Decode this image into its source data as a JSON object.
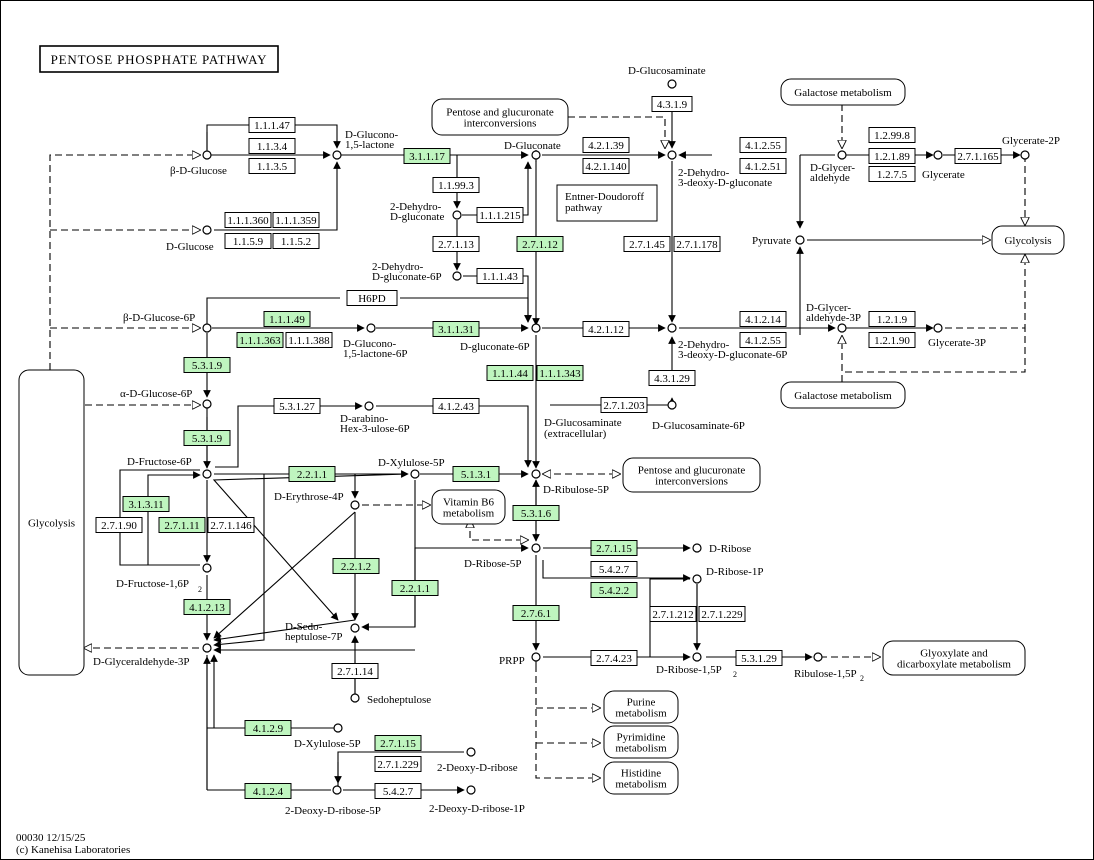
{
  "title": "PENTOSE PHOSPHATE PATHWAY",
  "colors": {
    "enzyme_highlight": "#bff5bf",
    "enzyme_plain": "#ffffff",
    "line": "#000000"
  },
  "footer": {
    "map_id": "00030 12/15/25",
    "copyright": "(c) Kanehisa Laboratories"
  },
  "compounds": [
    "β-D-Glucose",
    "D-Glucose",
    "D-Glucono-1,5-lactone",
    "D-Gluconate",
    "2-Dehydro-D-gluconate",
    "2-Dehydro-D-gluconate-6P",
    "D-Glucosaminate",
    "2-Dehydro-3-deoxy-D-gluconate",
    "D-Glyceraldehyde",
    "Glycerate",
    "Glycerate-2P",
    "Pyruvate",
    "β-D-Glucose-6P",
    "D-Glucono-1,5-lactone-6P",
    "D-gluconate-6P",
    "2-Dehydro-3-deoxy-D-gluconate-6P",
    "D-Glyceraldehyde-3P",
    "Glycerate-3P",
    "α-D-Glucose-6P",
    "D-arabino-Hex-3-ulose-6P",
    "D-Glucosaminate (extracellular)",
    "D-Glucosaminate-6P",
    "D-Fructose-6P",
    "D-Xylulose-5P",
    "D-Erythrose-4P",
    "D-Ribulose-5P",
    "D-Fructose-1,6P2",
    "D-Ribose-5P",
    "D-Ribose",
    "D-Ribose-1P",
    "D-Sedoheptulose-7P",
    "Sedoheptulose",
    "PRPP",
    "D-Ribose-1,5P2",
    "Ribulose-1,5P2",
    "D-Glyceraldehyde-3P",
    "2-Deoxy-D-ribose",
    "2-Deoxy-D-ribose-5P",
    "2-Deoxy-D-ribose-1P"
  ],
  "pathways": [
    "Pentose and glucuronate interconversions",
    "Galactose metabolism",
    "Entner-Doudoroff pathway",
    "Glycolysis",
    "Vitamin B6 metabolism",
    "Glyoxylate and dicarboxylate metabolism",
    "Purine metabolism",
    "Pyrimidine metabolism",
    "Histidine metabolism"
  ],
  "enzymes": [
    "1.1.1.47",
    "1.1.3.4",
    "1.1.3.5",
    "3.1.1.17",
    "1.1.1.360",
    "1.1.1.359",
    "1.1.5.9",
    "1.1.5.2",
    "1.1.99.3",
    "1.1.1.215",
    "2.7.1.13",
    "2.7.1.12",
    "1.1.1.43",
    "4.2.1.39",
    "4.2.1.140",
    "4.3.1.9",
    "4.1.2.55",
    "4.1.2.51",
    "1.2.99.8",
    "1.2.1.89",
    "1.2.7.5",
    "2.7.1.165",
    "2.7.1.45",
    "2.7.1.178",
    "H6PD",
    "1.1.1.49",
    "1.1.1.363",
    "1.1.1.388",
    "3.1.1.31",
    "4.2.1.12",
    "4.1.2.14",
    "1.2.1.9",
    "1.2.1.90",
    "1.1.1.44",
    "1.1.1.343",
    "4.3.1.29",
    "2.7.1.203",
    "5.3.1.9",
    "5.3.1.27",
    "4.1.2.43",
    "2.2.1.1",
    "5.1.3.1",
    "3.1.3.11",
    "2.7.1.90",
    "2.7.1.11",
    "2.7.1.146",
    "5.3.1.6",
    "2.7.1.15",
    "5.4.2.7",
    "5.4.2.2",
    "2.2.1.2",
    "4.1.2.13",
    "2.7.6.1",
    "2.7.4.23",
    "2.7.1.212",
    "2.7.1.229",
    "5.3.1.29",
    "2.7.1.14",
    "4.1.2.9",
    "4.1.2.4"
  ]
}
